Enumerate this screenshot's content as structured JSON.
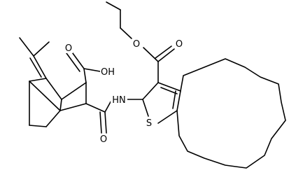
{
  "molecule": {
    "atom_labels": {
      "ester_o_top": "O",
      "ester_o_carbonyl": "O",
      "acid_oh": "OH",
      "acid_o_carbonyl": "O",
      "amide_nh": "HN",
      "amide_o": "O",
      "thiophene_s": "S"
    }
  }
}
